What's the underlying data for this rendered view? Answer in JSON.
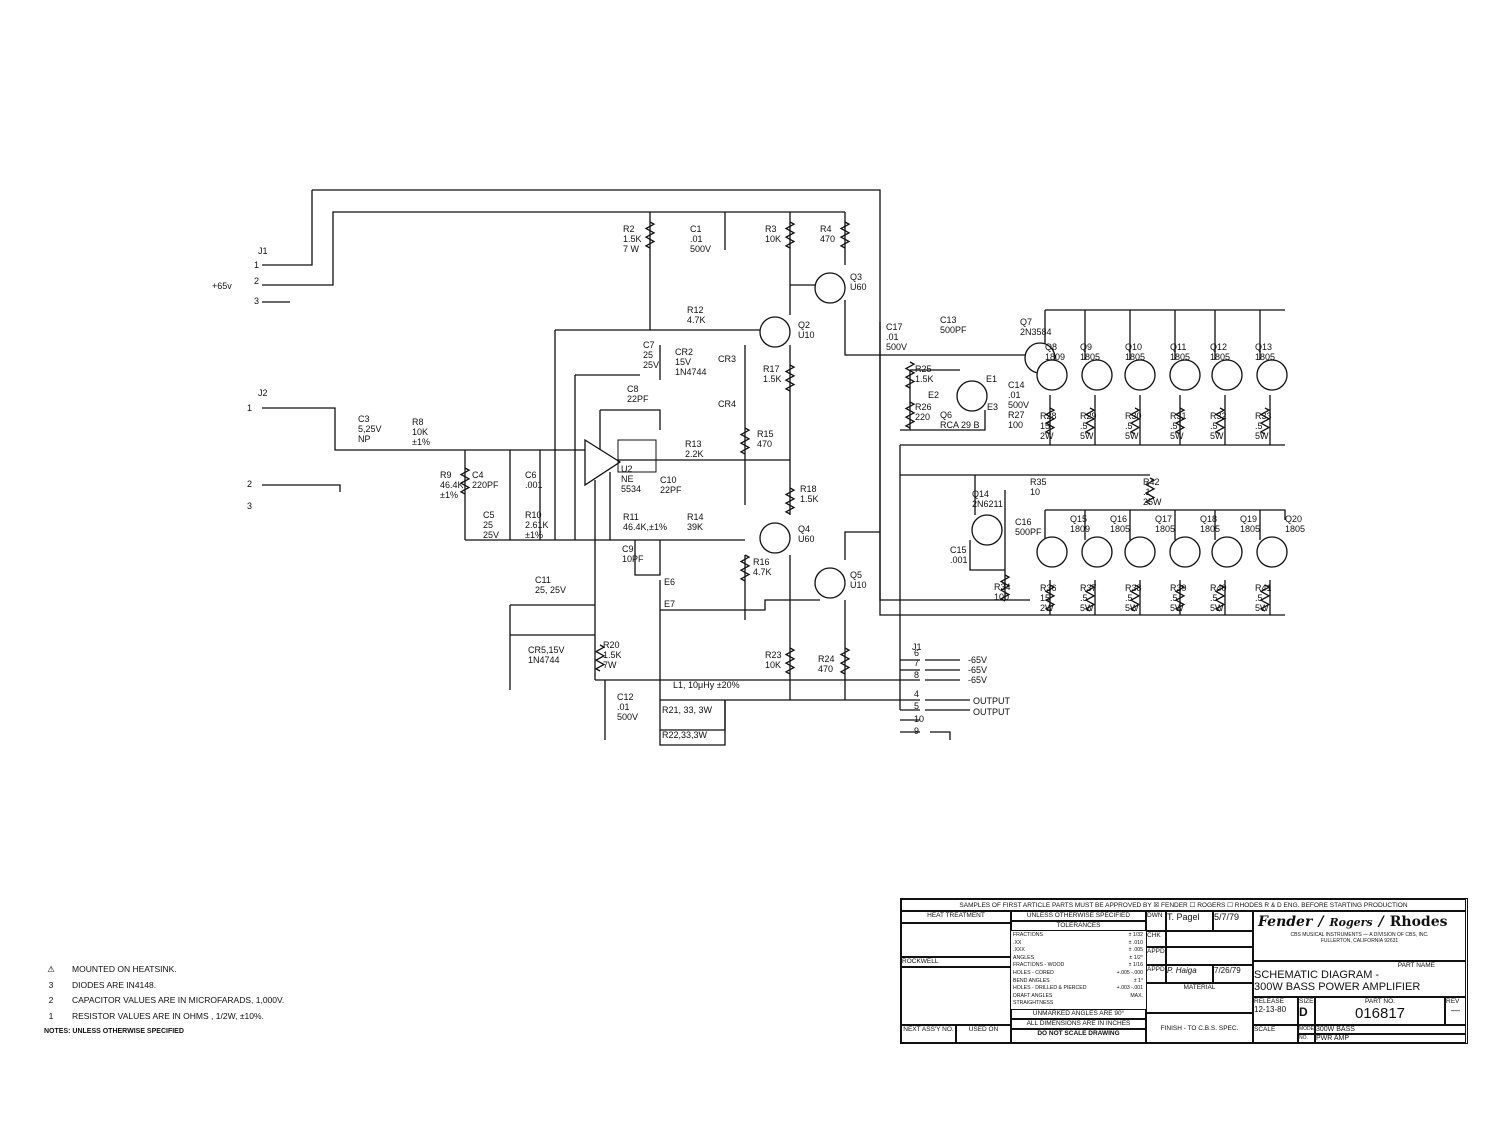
{
  "connectors": {
    "j1": "J1",
    "j2": "J2",
    "j1_bottom": "J1",
    "supply_pos": "+65v",
    "supply_neg": [
      "-65V",
      "-65V",
      "-65V"
    ],
    "outputs": [
      "OUTPUT",
      "OUTPUT"
    ],
    "j2_pins": [
      "1",
      "2",
      "3"
    ],
    "j1_top_pins": [
      "1",
      "2",
      "3"
    ],
    "j1_bottom_pins": [
      "6",
      "7",
      "8",
      "4",
      "5",
      "10",
      "9"
    ]
  },
  "components": {
    "R2": [
      "R2",
      "1.5K",
      "7 W"
    ],
    "C1": [
      "C1",
      ".01",
      "500V"
    ],
    "R3": [
      "R3",
      "10K"
    ],
    "R4": [
      "R4",
      "470"
    ],
    "Q3": [
      "Q3",
      "U60"
    ],
    "R12": [
      "R12",
      "4.7K"
    ],
    "Q2": [
      "Q2",
      "U10"
    ],
    "C7": [
      "C7",
      "25",
      "25V"
    ],
    "CR2": [
      "CR2",
      "15V",
      "1N4744"
    ],
    "CR3": [
      "CR3"
    ],
    "R17": [
      "R17",
      "1.5K"
    ],
    "C8": [
      "C8",
      "22PF"
    ],
    "CR4": [
      "CR4"
    ],
    "R15": [
      "R15",
      "470"
    ],
    "C3": [
      "C3",
      "5,25V",
      "NP"
    ],
    "R8": [
      "R8",
      "10K",
      "±1%"
    ],
    "U2": [
      "U2",
      "NE",
      "5534"
    ],
    "R13": [
      "R13",
      "2.2K"
    ],
    "C10": [
      "C10",
      "22PF"
    ],
    "R9": [
      "R9",
      "46.4K",
      "±1%"
    ],
    "C4": [
      "C4",
      "220PF"
    ],
    "C6": [
      "C6",
      ".001"
    ],
    "R18": [
      "R18",
      "1.5K"
    ],
    "C5": [
      "C5",
      "25",
      "25V"
    ],
    "R10": [
      "R10",
      "2.61K",
      "±1%"
    ],
    "R11": [
      "R11",
      "46.4K,±1%"
    ],
    "R14": [
      "R14",
      "39K"
    ],
    "Q4": [
      "Q4",
      "U60"
    ],
    "C9": [
      "C9",
      "10PF"
    ],
    "R16": [
      "R16",
      "4.7K"
    ],
    "Q5": [
      "Q5",
      "U10"
    ],
    "E6": "E6",
    "E7": "E7",
    "C11": [
      "C11",
      "25, 25V"
    ],
    "CR5": [
      "CR5,15V",
      "1N4744"
    ],
    "R20": [
      "R20",
      "1.5K",
      "7W"
    ],
    "R23": [
      "R23",
      "10K"
    ],
    "R24": [
      "R24",
      "470"
    ],
    "C12": [
      "C12",
      ".01",
      "500V"
    ],
    "L1": "L1, 10μHy ±20%",
    "R21": "R21, 33, 3W",
    "R22": "R22,33,3W",
    "C17": [
      "C17",
      ".01",
      "500V"
    ],
    "C13": [
      "C13",
      "500PF"
    ],
    "Q7": [
      "Q7",
      "2N3584"
    ],
    "R25": [
      "R25",
      "1.5K"
    ],
    "R26": [
      "R26",
      "220"
    ],
    "Q6": [
      "Q6",
      "RCA 29 B"
    ],
    "E1": "E1",
    "E2": "E2",
    "E3": "E3",
    "C14": [
      "C14",
      ".01",
      "500V"
    ],
    "R27": [
      "R27",
      "100"
    ],
    "Q14": [
      "Q14",
      "2N6211"
    ],
    "R35": [
      "R35",
      "10"
    ],
    "R42": [
      "R42",
      ".1",
      "25W"
    ],
    "C16": [
      "C16",
      "500PF"
    ],
    "C15": [
      "C15",
      ".001"
    ],
    "R34": [
      "R34",
      "100"
    ]
  },
  "top_outputs": [
    [
      "Q8",
      "1809"
    ],
    [
      "Q9",
      "1805"
    ],
    [
      "Q10",
      "1805"
    ],
    [
      "Q11",
      "1805"
    ],
    [
      "Q12",
      "1805"
    ],
    [
      "Q13",
      "1805"
    ]
  ],
  "top_resistors": [
    [
      "R28",
      "15",
      "2W"
    ],
    [
      "R29",
      ".5",
      "5W"
    ],
    [
      "R30",
      ".5",
      "5W"
    ],
    [
      "R31",
      ".5",
      "5W"
    ],
    [
      "R32",
      ".5",
      "5W"
    ],
    [
      "R33",
      ".5",
      "5W"
    ]
  ],
  "bot_outputs": [
    [
      "Q15",
      "1809"
    ],
    [
      "Q16",
      "1805"
    ],
    [
      "Q17",
      "1805"
    ],
    [
      "Q18",
      "1805"
    ],
    [
      "Q19",
      "1805"
    ],
    [
      "Q20",
      "1805"
    ]
  ],
  "bot_resistors": [
    [
      "R36",
      "15",
      "2W"
    ],
    [
      "R37",
      ".5",
      "5W"
    ],
    [
      "R38",
      ".5",
      "5W"
    ],
    [
      "R39",
      ".5",
      "5W"
    ],
    [
      "R40",
      ".5",
      "5W"
    ],
    [
      "R41",
      ".5",
      "5W"
    ]
  ],
  "notes": {
    "items": [
      [
        "⚠",
        "MOUNTED ON HEATSINK."
      ],
      [
        "3",
        "DIODES ARE IN4148."
      ],
      [
        "2",
        "CAPACITOR VALUES ARE IN MICROFARADS, 1,000V."
      ],
      [
        "1",
        "RESISTOR VALUES ARE IN OHMS , 1/2W, ±10%."
      ]
    ],
    "header": "NOTES: UNLESS OTHERWISE SPECIFIED"
  },
  "title_block": {
    "banner": "SAMPLES OF FIRST ARTICLE PARTS MUST BE APPROVED BY ☒ FENDER ☐ ROGERS ☐ RHODES R & D ENG. BEFORE STARTING PRODUCTION",
    "heat_treatment": "HEAT TREATMENT",
    "rockwell": "ROCKWELL",
    "next_assy": "NEXT ASS'Y NO.",
    "used_on": "USED ON",
    "unless": "UNLESS OTHERWISE SPECIFIED",
    "tolerances": "TOLERANCES",
    "tol_rows": [
      [
        "FRACTIONS",
        "± 1/32"
      ],
      [
        ".XX",
        "± .010"
      ],
      [
        ".XXX",
        "± .005"
      ],
      [
        "ANGLES",
        "± 1/2°"
      ],
      [
        "FRACTIONS - WOOD",
        "± 1/16"
      ],
      [
        "HOLES - CORED",
        "+.005 -.000"
      ],
      [
        "BEND ANGLES",
        "± 1°"
      ],
      [
        "HOLES - DRILLED & PIERCED",
        "+.003 -.001"
      ],
      [
        "DRAFT ANGLES",
        "MAX."
      ],
      [
        "STRAIGHTNESS",
        ""
      ]
    ],
    "unmarked": "UNMARKED ANGLES ARE 90°",
    "dims": "ALL DIMENSIONS ARE IN INCHES",
    "noscale": "DO NOT SCALE DRAWING",
    "dwn": "DWN",
    "dwn_name": "T. Pagel",
    "date1": "5/7/79",
    "chk": "CHK",
    "appd_me": "APPD M.E.",
    "appd_ee": "APPD E.E.",
    "appd_name": "P. Haiga",
    "date2": "7/26/79",
    "material": "MATERIAL",
    "finish": "FINISH - TO C.B.S. SPEC.",
    "brands": [
      "Fender",
      "Rogers",
      "Rhodes"
    ],
    "company": "CBS MUSICAL INSTRUMENTS — A DIVISION OF CBS, INC.",
    "location": "FULLERTON, CALIFORNIA 92631",
    "part_name_lbl": "PART NAME",
    "part_name": [
      "SCHEMATIC DIAGRAM -",
      "300W BASS POWER AMPLIFIER"
    ],
    "release_lbl": "RELEASE",
    "release": "12-13-80",
    "size_lbl": "SIZE",
    "size": "D",
    "part_no_lbl": "PART NO.",
    "part_no": "016817",
    "rev_lbl": "REV",
    "rev": "—",
    "scale_lbl": "SCALE",
    "model_lbl": "MODEL",
    "model": "300W BASS",
    "no_lbl": "NO.",
    "no": "PWR AMP"
  }
}
